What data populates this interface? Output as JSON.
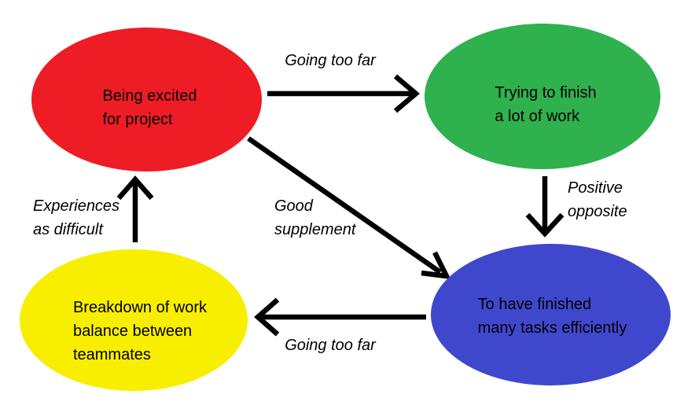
{
  "diagram": {
    "background": "#ffffff",
    "arrow_color": "#000000",
    "text_color": "#000000",
    "nodes": [
      {
        "id": "being-excited",
        "lines": [
          "Being excited",
          "for project"
        ],
        "fill": "#EE1C24"
      },
      {
        "id": "trying-finish",
        "lines": [
          "Trying to finish",
          "a lot of work"
        ],
        "fill": "#2FB14D"
      },
      {
        "id": "finished-tasks",
        "lines": [
          "To have finished",
          "many tasks efficiently"
        ],
        "fill": "#3F48CC"
      },
      {
        "id": "work-breakdown",
        "lines": [
          "Breakdown of work",
          "balance between",
          "teammates"
        ],
        "fill": "#F7EE00"
      }
    ],
    "edges": [
      {
        "from": "being-excited",
        "to": "trying-finish",
        "label": [
          "Going too far"
        ]
      },
      {
        "from": "trying-finish",
        "to": "finished-tasks",
        "label": [
          "Positive",
          "opposite"
        ]
      },
      {
        "from": "being-excited",
        "to": "finished-tasks",
        "label": [
          "Good",
          "supplement"
        ]
      },
      {
        "from": "finished-tasks",
        "to": "work-breakdown",
        "label": [
          "Going too far"
        ]
      },
      {
        "from": "work-breakdown",
        "to": "being-excited",
        "label": [
          "Experiences",
          "as difficult"
        ]
      }
    ]
  }
}
